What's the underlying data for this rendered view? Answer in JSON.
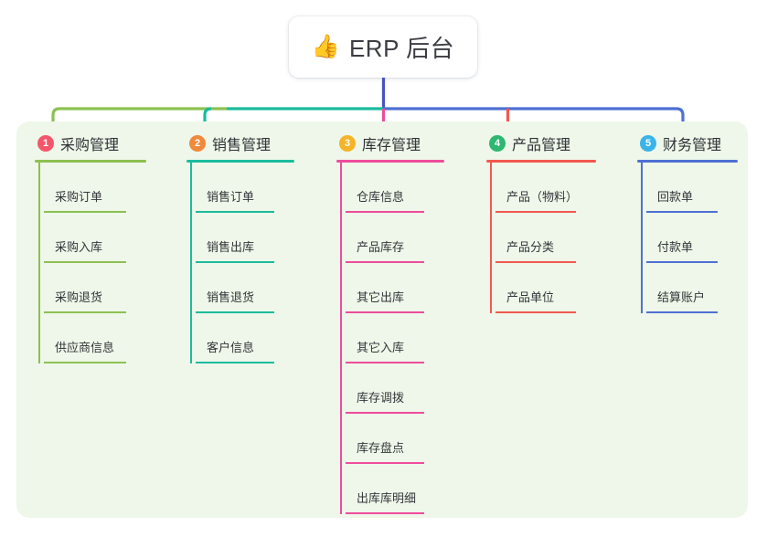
{
  "root": {
    "icon": "thumbs-up-icon",
    "emoji": "👍",
    "title": "ERP 后台"
  },
  "palette": {
    "panel_bg": "#eef7e9",
    "page_bg": "#ffffff",
    "root_line": "#4554c0",
    "text": "#34363b"
  },
  "columns": [
    {
      "number": "1",
      "title": "采购管理",
      "badge_color": "#f3566b",
      "line_color": "#8cc152",
      "items": [
        {
          "label": "采购订单"
        },
        {
          "label": "采购入库"
        },
        {
          "label": "采购退货"
        },
        {
          "label": "供应商信息"
        }
      ]
    },
    {
      "number": "2",
      "title": "销售管理",
      "badge_color": "#ef8a3c",
      "line_color": "#1abc9c",
      "items": [
        {
          "label": "销售订单"
        },
        {
          "label": "销售出库"
        },
        {
          "label": "销售退货"
        },
        {
          "label": "客户信息"
        }
      ]
    },
    {
      "number": "3",
      "title": "库存管理",
      "badge_color": "#f5b427",
      "line_color": "#ee4c9c",
      "items": [
        {
          "label": "仓库信息"
        },
        {
          "label": "产品库存"
        },
        {
          "label": "其它出库"
        },
        {
          "label": "其它入库"
        },
        {
          "label": "库存调拨"
        },
        {
          "label": "库存盘点"
        },
        {
          "label": "出库库明细"
        }
      ]
    },
    {
      "number": "4",
      "title": "产品管理",
      "badge_color": "#2eb872",
      "line_color": "#f2584f",
      "items": [
        {
          "label": "产品（物料）"
        },
        {
          "label": "产品分类"
        },
        {
          "label": "产品单位"
        }
      ]
    },
    {
      "number": "5",
      "title": "财务管理",
      "badge_color": "#3ab4e8",
      "line_color": "#4e6fd4",
      "items": [
        {
          "label": "回款单"
        },
        {
          "label": "付款单"
        },
        {
          "label": "结算账户"
        }
      ]
    }
  ],
  "bus": {
    "segments": [
      {
        "name": "segment-green",
        "color": "#8cc152"
      },
      {
        "name": "segment-teal",
        "color": "#1abc9c"
      },
      {
        "name": "segment-blue",
        "color": "#4e6fd4"
      }
    ]
  }
}
